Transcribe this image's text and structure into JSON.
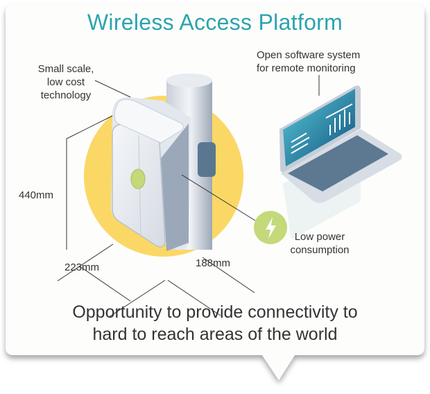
{
  "title": "Wireless Access Platform",
  "labels": {
    "small_scale": [
      "Small scale,",
      "low cost",
      "technology"
    ],
    "software": [
      "Open software system",
      "for remote monitoring"
    ],
    "power": [
      "Low power",
      "consumption"
    ],
    "height": "440mm",
    "width": "223mm",
    "depth": "188mm"
  },
  "caption": [
    "Opportunity to provide connectivity to",
    "hard to reach areas of the world"
  ],
  "icons": {
    "power": "lightning-bolt-icon"
  },
  "colors": {
    "accent": "#2ba4ae",
    "highlight": "#fbd865",
    "power": "#c3d97a",
    "screen": "#1d6a8e"
  }
}
